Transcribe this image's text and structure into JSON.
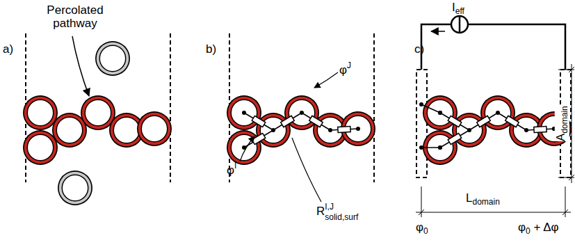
{
  "diagram": {
    "labels": [
      "a)",
      "Percolated pathway",
      "b)",
      "φ",
      "I",
      "φ",
      "J",
      "R",
      "I,J",
      "solid,surf",
      "c)",
      "I",
      "eff",
      "A",
      "domain",
      "L",
      "domain",
      "φ",
      "0",
      "φ",
      "0",
      "+ Δφ"
    ]
  }
}
